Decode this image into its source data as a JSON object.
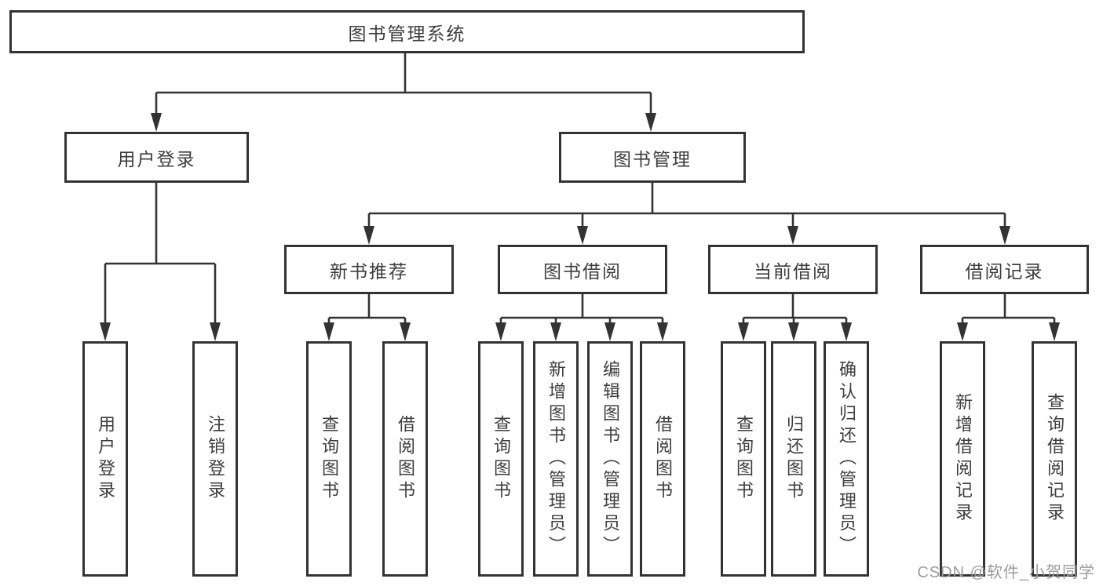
{
  "diagram": {
    "title": "图书管理系统",
    "colors": {
      "line": "#333333",
      "text": "#3d3d3d",
      "background": "#ffffff",
      "watermark": "#9b9b9b"
    },
    "root": {
      "label": "图书管理系统"
    },
    "level2": [
      {
        "label": "用户登录"
      },
      {
        "label": "图书管理"
      }
    ],
    "level3": [
      {
        "label": "新书推荐",
        "parent": "图书管理"
      },
      {
        "label": "图书借阅",
        "parent": "图书管理"
      },
      {
        "label": "当前借阅",
        "parent": "图书管理"
      },
      {
        "label": "借阅记录",
        "parent": "图书管理"
      }
    ],
    "leaves": [
      {
        "parent": "用户登录",
        "label": "用户登录"
      },
      {
        "parent": "用户登录",
        "label": "注销登录"
      },
      {
        "parent": "新书推荐",
        "label": "查询图书"
      },
      {
        "parent": "新书推荐",
        "label": "借阅图书"
      },
      {
        "parent": "图书借阅",
        "label": "查询图书"
      },
      {
        "parent": "图书借阅",
        "label": "新增图书（管理员）"
      },
      {
        "parent": "图书借阅",
        "label": "编辑图书（管理员）"
      },
      {
        "parent": "图书借阅",
        "label": "借阅图书"
      },
      {
        "parent": "当前借阅",
        "label": "查询图书"
      },
      {
        "parent": "当前借阅",
        "label": "归还图书"
      },
      {
        "parent": "当前借阅",
        "label": "确认归还（管理员）"
      },
      {
        "parent": "借阅记录",
        "label": "新增借阅记录"
      },
      {
        "parent": "借阅记录",
        "label": "查询借阅记录"
      }
    ],
    "watermark": {
      "text": "CSDN @软件_小贺同学"
    }
  }
}
